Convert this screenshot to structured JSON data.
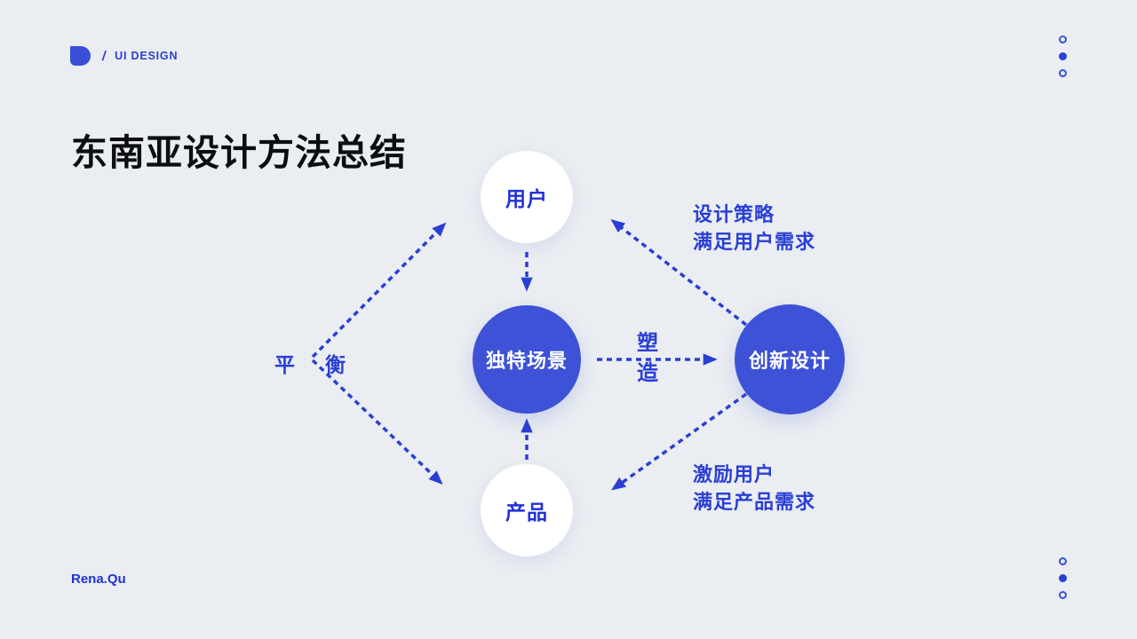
{
  "header": {
    "slash": "/",
    "brand": "UI DESIGN"
  },
  "title": "东南亚设计方法总结",
  "footer": {
    "author": "Rena.Qu"
  },
  "colors": {
    "background": "#eaedf1",
    "accent_blue": "#2a3fd4",
    "node_fill_blue": "#3d52d6",
    "node_light": "#ffffff",
    "title_color": "#0c0d10"
  },
  "diagram": {
    "nodes": [
      {
        "id": "user",
        "label": "用户",
        "style": "light"
      },
      {
        "id": "scene",
        "label": "独特场景",
        "style": "solid"
      },
      {
        "id": "design",
        "label": "创新设计",
        "style": "solid"
      },
      {
        "id": "product",
        "label": "产品",
        "style": "light"
      }
    ],
    "balance_label": {
      "left_char": "平",
      "right_char": "衡"
    },
    "shape_label": {
      "top_char": "塑",
      "bottom_char": "造"
    },
    "annotations": {
      "top_right": {
        "line1": "设计策略",
        "line2": "满足用户需求"
      },
      "bottom_right": {
        "line1": "激励用户",
        "line2": "满足产品需求"
      }
    },
    "edges": [
      {
        "from": "user",
        "to": "scene",
        "label": ""
      },
      {
        "from": "product",
        "to": "scene",
        "label": ""
      },
      {
        "from": "scene",
        "to": "design",
        "label": "塑造"
      },
      {
        "from": "balance-vertex",
        "to": "user",
        "label": "平衡"
      },
      {
        "from": "balance-vertex",
        "to": "product",
        "label": "平衡"
      },
      {
        "from": "design",
        "to": "user",
        "label": "设计策略 满足用户需求"
      },
      {
        "from": "design",
        "to": "product",
        "label": "激励用户 满足产品需求"
      }
    ]
  }
}
